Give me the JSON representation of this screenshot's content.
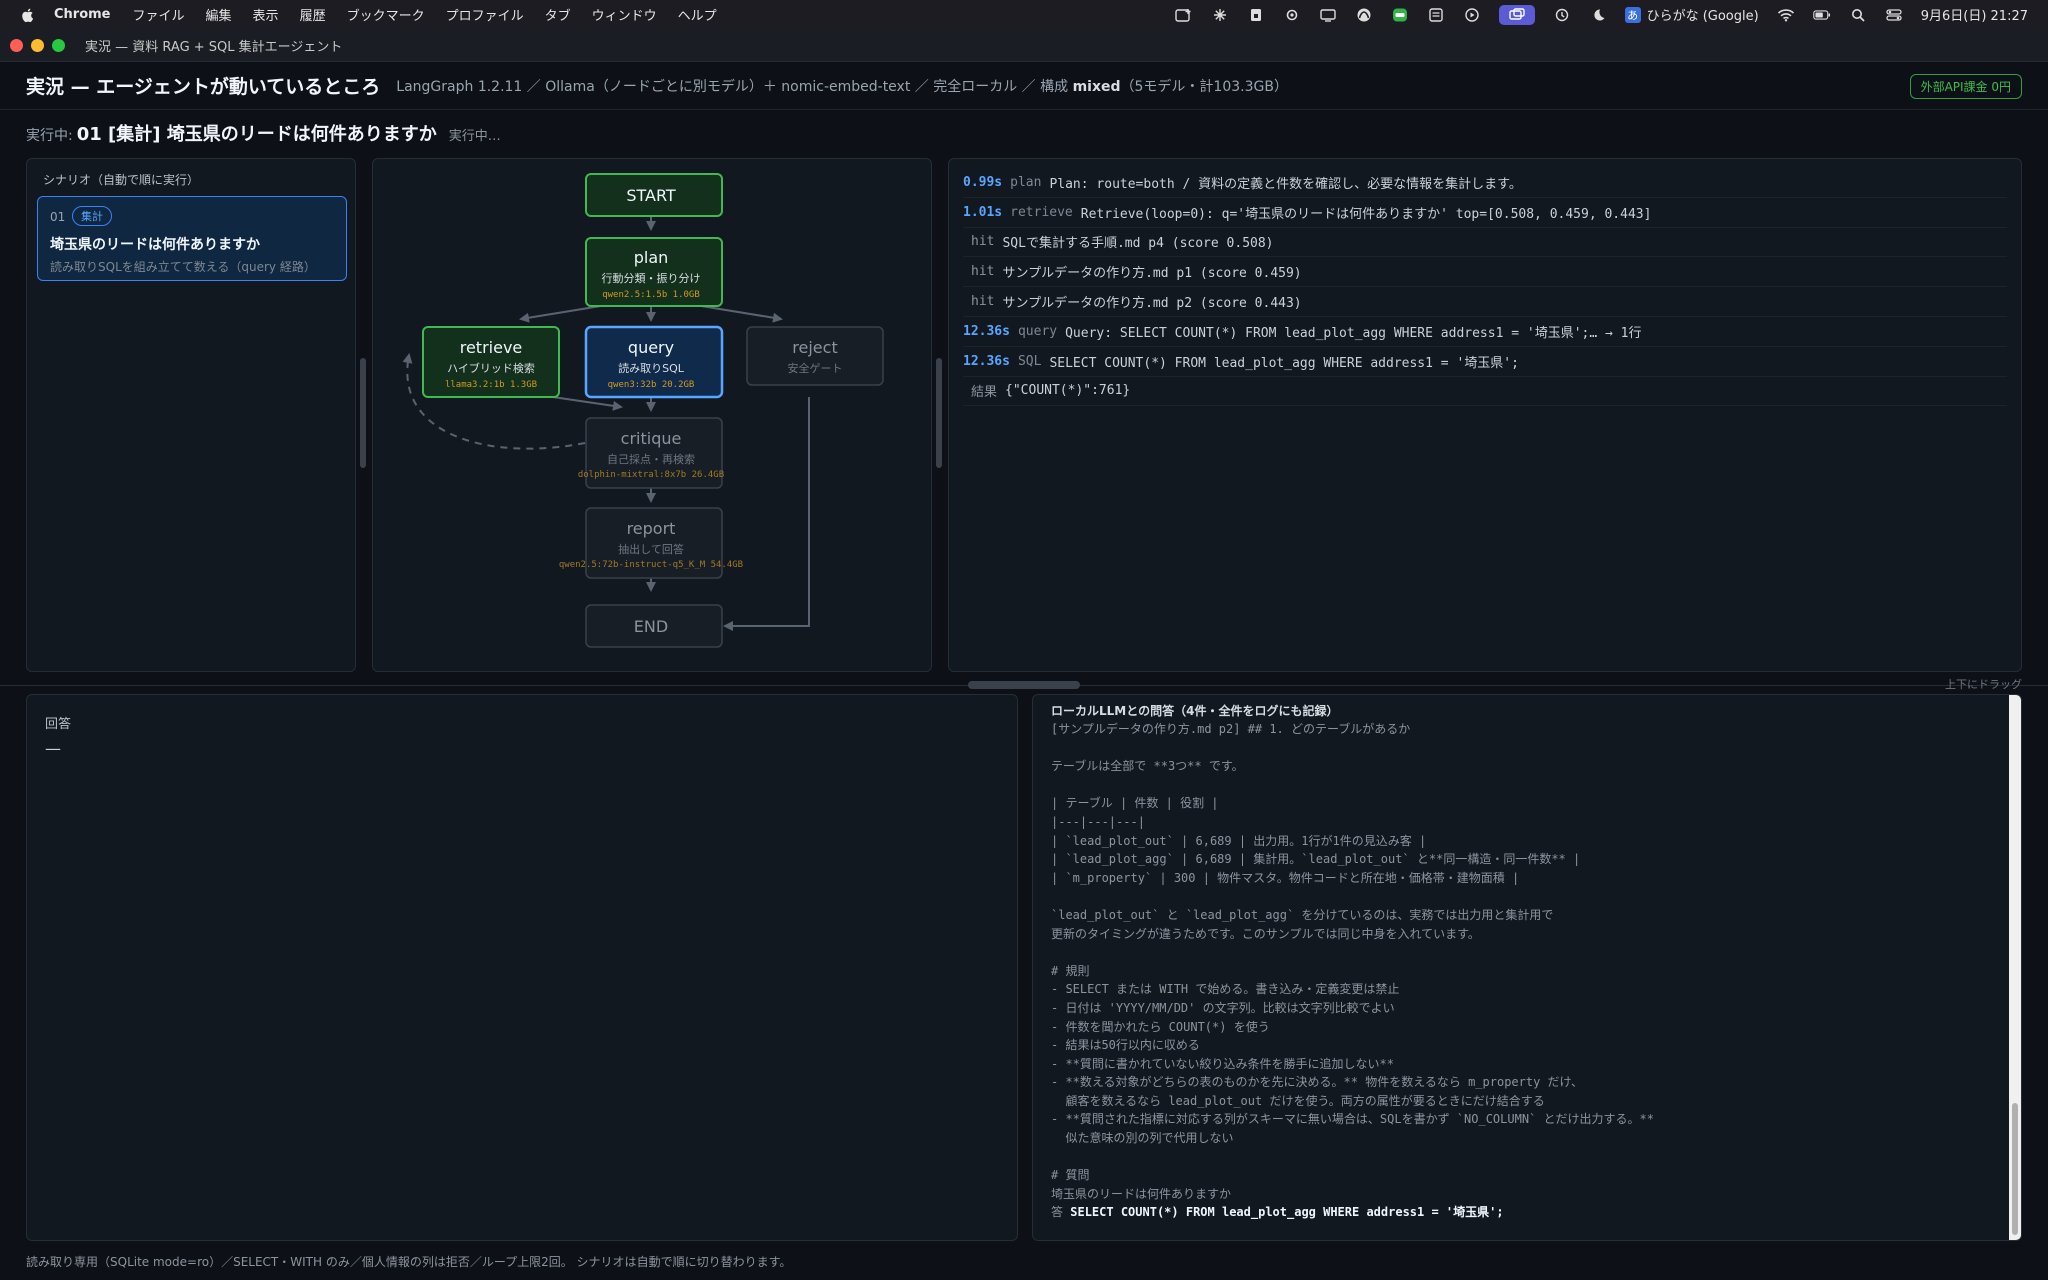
{
  "menubar": {
    "app": "Chrome",
    "items": [
      "ファイル",
      "編集",
      "表示",
      "履歴",
      "ブックマーク",
      "プロファイル",
      "タブ",
      "ウィンドウ",
      "ヘルプ"
    ],
    "ime": "ひらがな (Google)",
    "ime_badge": "あ",
    "clock": "9月6日(日) 21:27"
  },
  "window": {
    "title": "実況 — 資料 RAG + SQL 集計エージェント"
  },
  "header": {
    "title": "実況 — エージェントが動いているところ",
    "subtitle_pre": "LangGraph 1.2.11 ／ Ollama（ノードごとに別モデル）＋ nomic-embed-text ／ 完全ローカル ／ 構成",
    "subtitle_bold": "mixed",
    "subtitle_post": "（5モデル・計103.3GB）",
    "api_badge": "外部API課金 0円"
  },
  "running": {
    "label": "実行中:",
    "title": "01 [集計] 埼玉県のリードは何件ありますか",
    "status": "実行中…"
  },
  "scenarios": {
    "heading": "シナリオ（自動で順に実行）",
    "items": [
      {
        "num": "01",
        "tag": "集計",
        "title": "埼玉県のリードは何件ありますか",
        "desc": "読み取りSQLを組み立てて数える（query 経路）"
      }
    ]
  },
  "graph": {
    "colors": {
      "done": "#3fb950",
      "active": "#58a6ff",
      "idle": "#3a414b",
      "model": "#d29922"
    },
    "nodes": {
      "start": {
        "title": "START"
      },
      "plan": {
        "title": "plan",
        "sub": "行動分類・振り分け",
        "model": "qwen2.5:1.5b 1.0GB"
      },
      "retrieve": {
        "title": "retrieve",
        "sub": "ハイブリッド検索",
        "model": "llama3.2:1b 1.3GB"
      },
      "query": {
        "title": "query",
        "sub": "読み取りSQL",
        "model": "qwen3:32b 20.2GB"
      },
      "reject": {
        "title": "reject",
        "sub": "安全ゲート"
      },
      "critique": {
        "title": "critique",
        "sub": "自己採点・再検索",
        "model": "dolphin-mixtral:8x7b 26.4GB"
      },
      "report": {
        "title": "report",
        "sub": "抽出して回答",
        "model": "qwen2.5:72b-instruct-q5_K_M 54.4GB"
      },
      "end": {
        "title": "END"
      }
    }
  },
  "log": [
    {
      "time": "0.99s",
      "kind": "plan",
      "msg": "Plan: route=both / 資料の定義と件数を確認し、必要な情報を集計します。"
    },
    {
      "time": "1.01s",
      "kind": "retrieve",
      "msg": "Retrieve(loop=0): q='埼玉県のリードは何件ありますか' top=[0.508, 0.459, 0.443]"
    },
    {
      "kind": "hit",
      "msg": "SQLで集計する手順.md p4 (score 0.508)"
    },
    {
      "kind": "hit",
      "msg": "サンプルデータの作り方.md p1 (score 0.459)"
    },
    {
      "kind": "hit",
      "msg": "サンプルデータの作り方.md p2 (score 0.443)"
    },
    {
      "time": "12.36s",
      "kind": "query",
      "msg": "Query: SELECT COUNT(*) FROM lead_plot_agg WHERE address1 = '埼玉県';… → 1行"
    },
    {
      "time": "12.36s",
      "kind": "SQL",
      "msg": "SELECT COUNT(*) FROM lead_plot_agg WHERE address1 = '埼玉県';"
    },
    {
      "kind": "結果",
      "msg": "{\"COUNT(*)\":761}"
    }
  ],
  "splitter_hint": "上下にドラッグ",
  "answer": {
    "heading": "回答",
    "body": "—"
  },
  "llm": {
    "heading": "ローカルLLMとの問答（4件・全件をログにも記録）",
    "body": "[サンプルデータの作り方.md p2] ## 1. どのテーブルがあるか\n\nテーブルは全部で **3つ** です。\n\n| テーブル | 件数 | 役割 |\n|---|---|---|\n| `lead_plot_out` | 6,689 | 出力用。1行が1件の見込み客 |\n| `lead_plot_agg` | 6,689 | 集計用。`lead_plot_out` と**同一構造・同一件数** |\n| `m_property` | 300 | 物件マスタ。物件コードと所在地・価格帯・建物面積 |\n\n`lead_plot_out` と `lead_plot_agg` を分けているのは、実務では出力用と集計用で\n更新のタイミングが違うためです。このサンプルでは同じ中身を入れています。\n\n# 規則\n- SELECT または WITH で始める。書き込み・定義変更は禁止\n- 日付は 'YYYY/MM/DD' の文字列。比較は文字列比較でよい\n- 件数を聞かれたら COUNT(*) を使う\n- 結果は50行以内に収める\n- **質問に書かれていない絞り込み条件を勝手に追加しない**\n- **数える対象がどちらの表のものかを先に決める。** 物件を数えるなら m_property だけ、\n  顧客を数えるなら lead_plot_out だけを使う。両方の属性が要るときにだけ結合する\n- **質問された指標に対応する列がスキーマに無い場合は、SQLを書かず `NO_COLUMN` とだけ出力する。**\n  似た意味の別の列で代用しない\n\n# 質問\n埼玉県のリードは何件ありますか",
    "answer_prefix": "答",
    "answer": "SELECT COUNT(*) FROM lead_plot_agg WHERE address1 = '埼玉県';"
  },
  "footer": "読み取り専用（SQLite mode=ro）／SELECT・WITH のみ／個人情報の列は拒否／ループ上限2回。 シナリオは自動で順に切り替わります。"
}
